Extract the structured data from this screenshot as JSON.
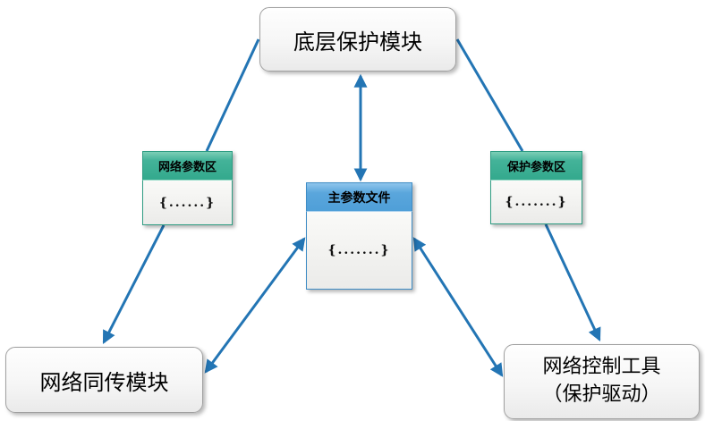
{
  "diagram": {
    "nodes": {
      "top": {
        "label": "底层保护模块"
      },
      "left_param": {
        "header": "网络参数区",
        "body": "{......}"
      },
      "right_param": {
        "header": "保护参数区",
        "body": "{.......}"
      },
      "center": {
        "header": "主参数文件",
        "body": "{.......}"
      },
      "bottom_left": {
        "label": "网络同传模块"
      },
      "bottom_right": {
        "line1": "网络控制工具",
        "line2": "（保护驱动）"
      }
    },
    "edges": [
      {
        "from": "top",
        "to": "left_param",
        "arrows": "none"
      },
      {
        "from": "top",
        "to": "right_param",
        "arrows": "none"
      },
      {
        "from": "top",
        "to": "center",
        "arrows": "both"
      },
      {
        "from": "left_param",
        "to": "bottom_left",
        "arrows": "end"
      },
      {
        "from": "right_param",
        "to": "bottom_right",
        "arrows": "end"
      },
      {
        "from": "center",
        "to": "bottom_left",
        "arrows": "both"
      },
      {
        "from": "center",
        "to": "bottom_right",
        "arrows": "both"
      }
    ],
    "colors": {
      "arrow": "#2375b4",
      "green_header": "#33a98d",
      "blue_header": "#4f9fd8",
      "node_border": "#a0a0a0"
    }
  }
}
